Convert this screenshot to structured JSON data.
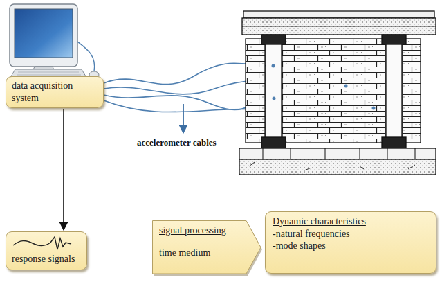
{
  "diagram": {
    "nodes": [
      {
        "text": [
          "data acquisition system"
        ]
      },
      {
        "text": [
          "response signals"
        ]
      },
      {
        "text": [
          "signal processing",
          "time medium"
        ]
      },
      {
        "text": [
          "Dynamic characteristics",
          "-natural frequencies",
          "-mode shapes"
        ]
      }
    ],
    "edges": [
      {
        "from": 0,
        "to": 1,
        "arrow": "to"
      }
    ],
    "labels": [
      "accelerometer cables"
    ]
  }
}
